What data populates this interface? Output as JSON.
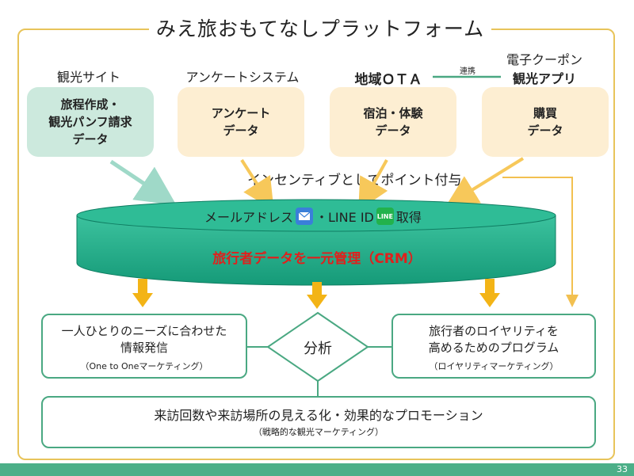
{
  "title": "みえ旅おもてなしプラットフォーム",
  "sources": [
    {
      "label": "観光サイト",
      "box": "旅程作成・\n観光パンフ請求\nデータ"
    },
    {
      "label": "アンケートシステム",
      "box": "アンケート\nデータ"
    },
    {
      "label": "地域ＯＴＡ",
      "box": "宿泊・体験\nデータ"
    },
    {
      "label_line1": "電子クーポン",
      "label_line2": "観光アプリ",
      "box": "購買\nデータ"
    }
  ],
  "renkei": "連携",
  "incentive": "インセンティブとしてポイント付与",
  "crm": {
    "acquire_text_1": "メールアドレス",
    "mail_icon": "mail-icon",
    "acquire_text_2": "・LINE ID",
    "line_icon": "line-icon",
    "line_icon_text": "LINE",
    "acquire_text_3": "取得",
    "main": "旅行者データを一元管理（CRM）"
  },
  "analysis": "分析",
  "outputs": {
    "left": {
      "main": "一人ひとりのニーズに合わせた\n情報発信",
      "sub": "（One to Oneマーケティング）"
    },
    "right": {
      "main": "旅行者のロイヤリティを\n高めるためのプログラム",
      "sub": "（ロイヤリティマーケティング）"
    },
    "bottom": {
      "main": "来訪回数や来訪場所の見える化・効果的なプロモーション",
      "sub": "（戦略的な観光マーケティング）"
    }
  },
  "page_number": "33",
  "colors": {
    "frame": "#e8c45a",
    "crm_fill": "#26a98a",
    "arrow_gold": "#f3b416",
    "green_border": "#4aa882",
    "red_text": "#e0201c"
  }
}
